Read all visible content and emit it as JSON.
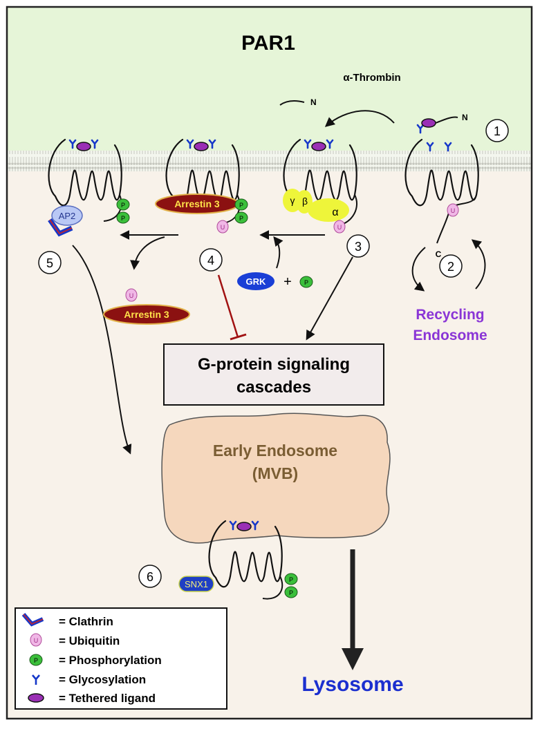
{
  "title": "PAR1",
  "ligand": {
    "label": "α-Thrombin",
    "cleaved_n": "N",
    "receptor_n": "N",
    "receptor_c": "C"
  },
  "steps": [
    "1",
    "2",
    "3",
    "4",
    "5",
    "6"
  ],
  "proteins": {
    "arrestin_bound": "Arrestin 3",
    "arrestin_free": "Arrestin 3",
    "ap2": "AP2",
    "grk": "GRK",
    "plus": "+",
    "snx1": "SNX1",
    "gamma": "γ",
    "beta": "β",
    "alpha": "α"
  },
  "marks": {
    "ubiquitin": "U",
    "phospho": "P"
  },
  "compartments": {
    "recycling_line1": "Recycling",
    "recycling_line2": "Endosome",
    "signaling_line1": "G-protein signaling",
    "signaling_line2": "cascades",
    "early_line1": "Early Endosome",
    "early_line2": "(MVB)",
    "lysosome": "Lysosome"
  },
  "legend": [
    {
      "symbol": "clathrin-icon",
      "label": "= Clathrin"
    },
    {
      "symbol": "ubiquitin-icon",
      "label": "= Ubiquitin"
    },
    {
      "symbol": "phosphorylation-icon",
      "label": "= Phosphorylation"
    },
    {
      "symbol": "glycosylation-icon",
      "label": "= Glycosylation"
    },
    {
      "symbol": "tethered-ligand-icon",
      "label": "= Tethered ligand"
    }
  ],
  "colors": {
    "extracellular": "#e6f5d8",
    "cytoplasm": "#f8f2ea",
    "arrestin": "#8b1111",
    "arrestin_text": "#ffe34a",
    "grk": "#1a3fd6",
    "gprotein": "#eef53a",
    "recycling_text": "#8a35d6",
    "lysosome_text": "#1b2fcf",
    "endosome_fill": "#f5d7bd",
    "endosome_text": "#7a5d33",
    "inhibit": "#a11212",
    "phospho": "#3bbf3b",
    "ubiquitin": "#f0b7e6",
    "glyco": "#1537c9",
    "ligand": "#9a2fb5"
  }
}
